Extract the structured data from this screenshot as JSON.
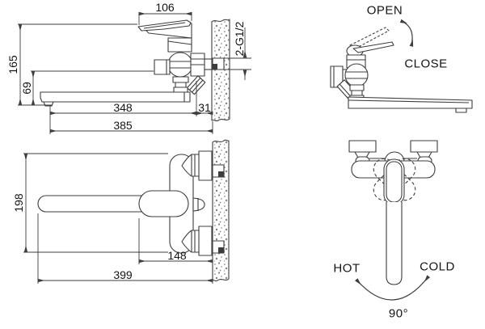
{
  "page": {
    "background": "#ffffff",
    "line_color": "#3d3d3d",
    "text_color": "#141414",
    "description": "Technical dimension drawing of a wall-mounted single-lever bath faucet with swivel spout"
  },
  "side_view": {
    "dim_handle_width": "106",
    "dim_total_height": "165",
    "dim_spout_height": "69",
    "dim_spout_reach": "348",
    "dim_wall_offset": "31",
    "dim_total_reach": "385",
    "thread_spec": "2-G1/2"
  },
  "operation_view": {
    "open_label": "OPEN",
    "close_label": "CLOSE"
  },
  "top_view": {
    "dim_depth": "198",
    "dim_handle_reach": "148",
    "dim_total_reach": "399"
  },
  "rotation_view": {
    "hot_label": "HOT",
    "cold_label": "COLD",
    "angle_label": "90°"
  }
}
